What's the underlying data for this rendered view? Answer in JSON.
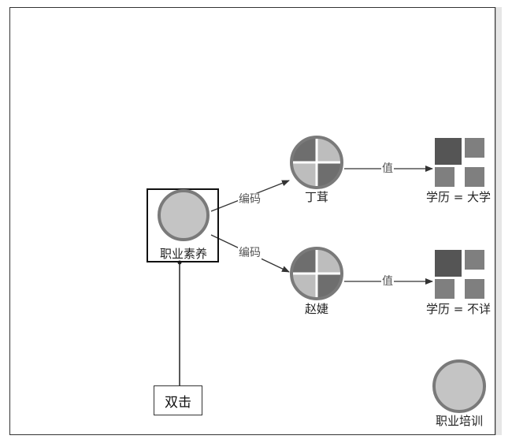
{
  "nodes": {
    "root": {
      "label": "职业素养",
      "icon": "circle-node-icon"
    },
    "child_1": {
      "label": "丁茸",
      "icon": "quartered-circle-icon"
    },
    "child_2": {
      "label": "赵婕",
      "icon": "quartered-circle-icon"
    },
    "value_1": {
      "label": "学历 = 大学",
      "icon": "grid-squares-icon"
    },
    "value_2": {
      "label": "学历 = 不详",
      "icon": "grid-squares-icon"
    },
    "isolated": {
      "label": "职业培训",
      "icon": "circle-node-icon"
    }
  },
  "edges": {
    "root_child_1": "编码",
    "root_child_2": "编码",
    "child_1_value_1": "值",
    "child_2_value_2": "值"
  },
  "callout": {
    "text": "双击"
  },
  "colors": {
    "circle_fill": "#c4c4c4",
    "circle_stroke": "#7a7a7a",
    "quadrant_dark": "#6e6e6e",
    "quadrant_light": "#bdbdbd",
    "square_dark": "#555555",
    "square_mid": "#7f7f7f",
    "line": "#333333"
  }
}
